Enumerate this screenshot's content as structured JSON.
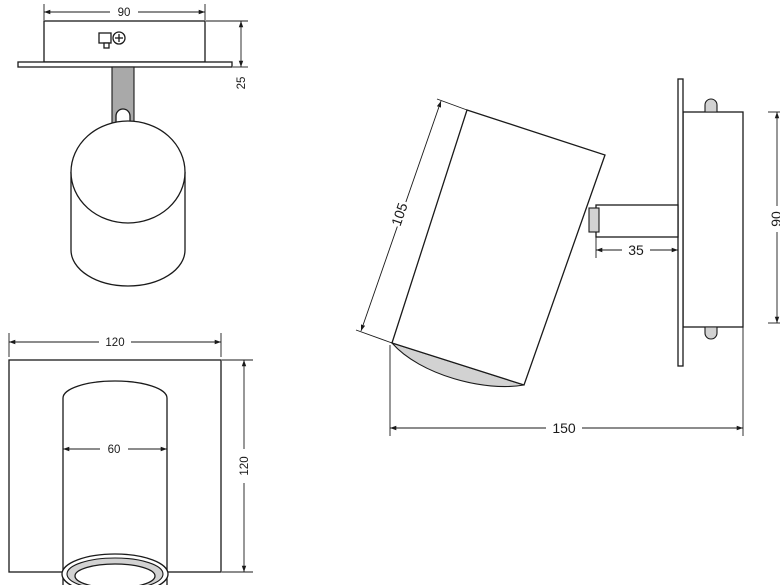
{
  "dimensions": {
    "top_width": "90",
    "top_height": "25",
    "front_width": "120",
    "front_height": "120",
    "front_inner": "60",
    "side_length": "105",
    "side_arm": "35",
    "side_depth": "150",
    "side_plate": "90"
  }
}
